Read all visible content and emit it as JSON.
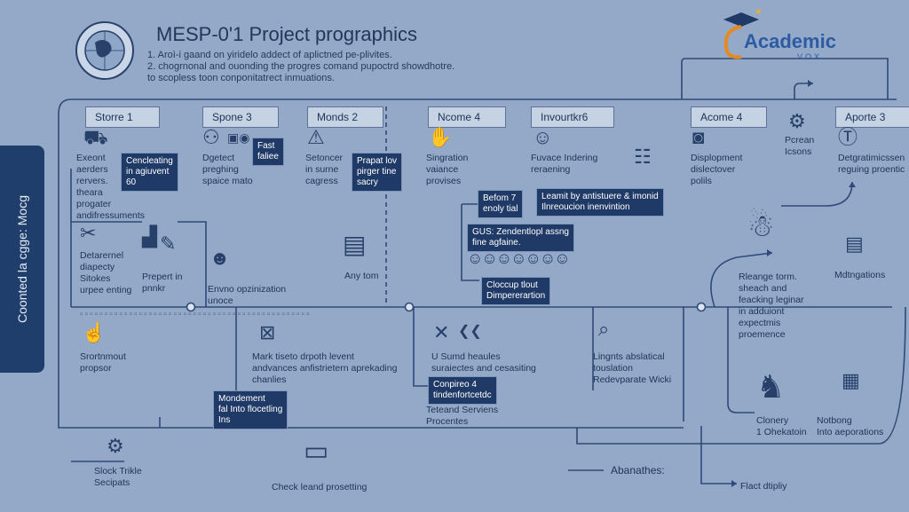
{
  "header": {
    "title": "MESP-0'1 Project prographics",
    "intro": [
      "1. Aroì-i gaand on yiridelo addect of aplictned pe-plivites.",
      "2. chogrnonal and ouonding the progres comand pupoctrd showdhotre.",
      "to scopless toon conponitatrect inmuations."
    ]
  },
  "brand": {
    "name": "Academic",
    "sub": "VOX"
  },
  "side_label": "Coonted la cgge: Mocg",
  "stages": [
    "Storre 1",
    "Spone 3",
    "Monds 2",
    "Ncome 4",
    "Invourtkr6",
    "Acome 4",
    "Aporte 3"
  ],
  "notes": {
    "n1": [
      "Exeont",
      "aerders",
      "rervers.",
      "theara",
      "progater",
      "andifressuments"
    ],
    "n2": [
      "Dgetect",
      "preghing",
      "spaice mato"
    ],
    "n3": [
      "Setoncer",
      "in surne",
      "cagress"
    ],
    "n4": [
      "Singration",
      "vaiance",
      "provises"
    ],
    "n5": [
      "Fuvace Indering",
      "reraening"
    ],
    "n6": [
      "Displopment",
      "dislectover",
      "polils"
    ],
    "n7": [
      "Pcrean",
      "Icsons"
    ],
    "n8": [
      "Detgratimicssen",
      "reguing proentic"
    ],
    "n9": [
      "Detarernel",
      "diapecty",
      "Sitokes",
      "urpee enting"
    ],
    "n10": [
      "Prepert in",
      "pnnkr"
    ],
    "n11": [
      "Envno opzinization",
      "unoce"
    ],
    "n12": [
      "Any tom"
    ],
    "n13": [
      "Rleange torm.",
      "sheach and",
      "feacking leginar",
      "in adduiont",
      "expectmis",
      "proemence"
    ],
    "n14": [
      "Mdtngations"
    ],
    "n15": [
      "Srortnmout",
      "propsor"
    ],
    "n16": [
      "Mark tiseto drpoth levent",
      "andvances anfistrietern aprekading",
      "chanlies"
    ],
    "n17": [
      "U Sumd heaules",
      "suraiectes and cesasiting"
    ],
    "n18": [
      "Lingnts abslatical",
      "touslation",
      "Redevparate Wicki"
    ],
    "n19": [
      "Clonery",
      "1 Ohekatoin"
    ],
    "n20": [
      "Notbong",
      "Into aeporations"
    ],
    "n21": [
      "Teteand Serviens",
      "Procentes"
    ],
    "n22": [
      "Slock Trikle",
      "Secipats"
    ],
    "n23": [
      "Check leand prosetting"
    ],
    "n24": [
      "Abanathes:"
    ],
    "n25": [
      "Flact dtipliy"
    ]
  },
  "dark_boxes": {
    "d1": [
      "Cencleating",
      "in agiuvent",
      "60"
    ],
    "d2": [
      "Fast",
      "faliee"
    ],
    "d3": [
      "Prapat lov",
      "pirger tine",
      "sacry"
    ],
    "d4": [
      "Befom 7",
      "enoly tial"
    ],
    "d5": [
      "Leamit by antistuere & imonid",
      "Ilnreoucion inenvintion"
    ],
    "d6": [
      "GUS: Zendentlopl assng",
      "fine agfaine."
    ],
    "d7": [
      "Cloccup tlout",
      "Dimpererartion"
    ],
    "d8": [
      "Mondement",
      "fal Into flocetling",
      "Ins"
    ],
    "d9": [
      "Conpireo 4",
      "tindenfortcetdc"
    ]
  },
  "icons": {
    "globe": "globe-icon",
    "gear": "gear-icon",
    "people": "people-group-icon",
    "person": "mascot-person-icon",
    "elephant": "elephant-icon",
    "monitor": "monitor-icon",
    "document": "document-icon"
  },
  "colors": {
    "background": "#93a9c7",
    "dark_box": "#1f3a66",
    "line": "#2f4a78",
    "brand": "#2d5ba3"
  }
}
